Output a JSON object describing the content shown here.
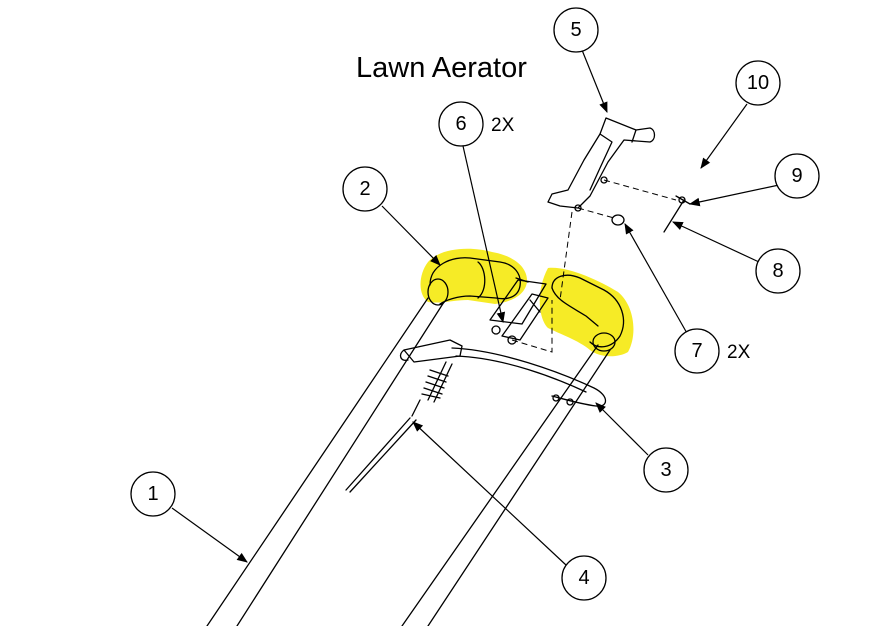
{
  "title": "Lawn Aerator",
  "callouts": [
    {
      "number": "1",
      "qty": ""
    },
    {
      "number": "2",
      "qty": ""
    },
    {
      "number": "3",
      "qty": ""
    },
    {
      "number": "4",
      "qty": ""
    },
    {
      "number": "5",
      "qty": ""
    },
    {
      "number": "6",
      "qty": "2X"
    },
    {
      "number": "7",
      "qty": "2X"
    },
    {
      "number": "8",
      "qty": ""
    },
    {
      "number": "9",
      "qty": ""
    },
    {
      "number": "10",
      "qty": ""
    }
  ],
  "colors": {
    "highlight": "#f5e800",
    "line": "#000000",
    "background": "#ffffff"
  }
}
